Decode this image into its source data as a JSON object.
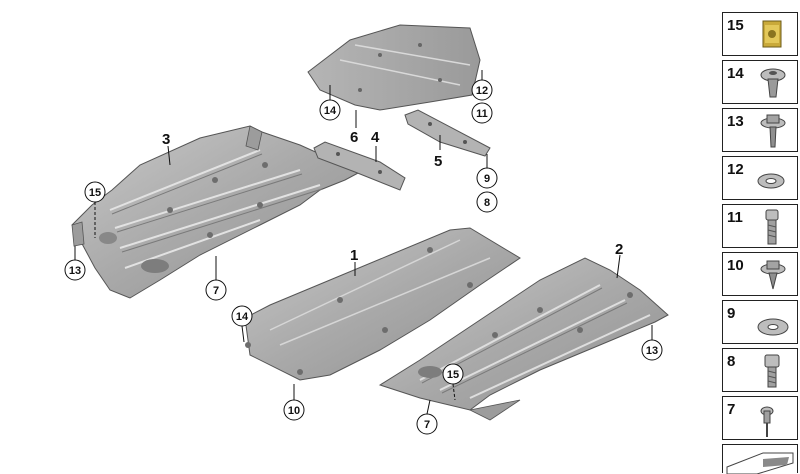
{
  "part_labels": {
    "p1": "1",
    "p2": "2",
    "p3": "3",
    "p4": "4",
    "p5": "5",
    "p6": "6"
  },
  "callouts": {
    "c15_left": "15",
    "c13_left": "13",
    "c7_left": "7",
    "c14_top": "14",
    "c12_top": "12",
    "c11_top": "11",
    "c9_right": "9",
    "c8_right": "8",
    "c14_mid": "14",
    "c10_mid": "10",
    "c15_bottom": "15",
    "c7_bottom": "7",
    "c13_right": "13"
  },
  "legend": {
    "items": [
      {
        "num": "15",
        "icon": "clip-nut-icon"
      },
      {
        "num": "14",
        "icon": "expanding-rivet-icon"
      },
      {
        "num": "13",
        "icon": "collar-screw-icon"
      },
      {
        "num": "12",
        "icon": "washer-small-icon"
      },
      {
        "num": "11",
        "icon": "socket-bolt-icon"
      },
      {
        "num": "10",
        "icon": "collar-nut-icon"
      },
      {
        "num": "9",
        "icon": "flat-washer-icon"
      },
      {
        "num": "8",
        "icon": "hex-socket-screw-icon"
      },
      {
        "num": "7",
        "icon": "blind-rivet-icon"
      },
      {
        "num": "",
        "icon": "tool-icon"
      }
    ]
  }
}
